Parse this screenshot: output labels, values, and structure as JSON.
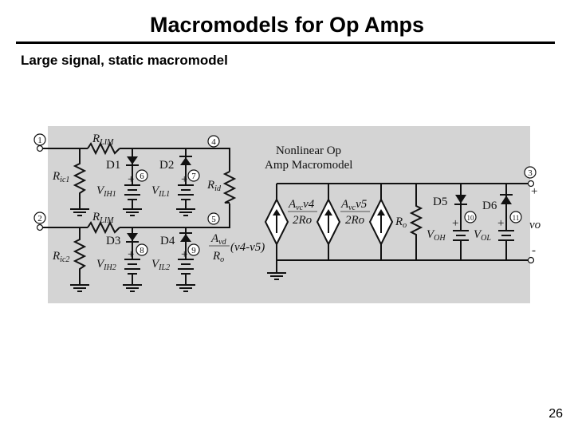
{
  "slide": {
    "title": "Macromodels for Op Amps",
    "subtitle": "Large signal, static macromodel",
    "page_number": "26"
  },
  "diagram": {
    "caption_line1": "Nonlinear Op",
    "caption_line2": "Amp Macromodel",
    "nodes": [
      "1",
      "2",
      "3",
      "4",
      "5",
      "6",
      "7",
      "8",
      "9",
      "10",
      "11"
    ],
    "components": {
      "rlim": {
        "main": "R",
        "sub": "LIM"
      },
      "ric1": {
        "main": "R",
        "sub": "ic1"
      },
      "ric2": {
        "main": "R",
        "sub": "ic2"
      },
      "rid": {
        "main": "R",
        "sub": "id"
      },
      "ro": {
        "main": "R",
        "sub": "o"
      },
      "d1": "D1",
      "d2": "D2",
      "d3": "D3",
      "d4": "D4",
      "d5": "D5",
      "d6": "D6",
      "vih1": {
        "main": "V",
        "sub": "IH1"
      },
      "vil1": {
        "main": "V",
        "sub": "IL1"
      },
      "vih2": {
        "main": "V",
        "sub": "IH2"
      },
      "vil2": {
        "main": "V",
        "sub": "IL2"
      },
      "voh": {
        "main": "V",
        "sub": "OH"
      },
      "vol": {
        "main": "V",
        "sub": "OL"
      },
      "avd_num": {
        "main": "A",
        "sub": "vd"
      },
      "avd_expr": "(v4-v5)",
      "avd_den": {
        "main": "R",
        "sub": "o"
      },
      "avc4_num": {
        "main": "A",
        "sub": "vc",
        "var": "v4"
      },
      "avc5_num": {
        "main": "A",
        "sub": "vc",
        "var": "v5"
      },
      "avc_den": "2Ro",
      "vo": "vo",
      "plus": "+",
      "minus": "-"
    }
  },
  "colors": {
    "diagram_bg": "#d4d4d4",
    "ink": "#111111"
  }
}
